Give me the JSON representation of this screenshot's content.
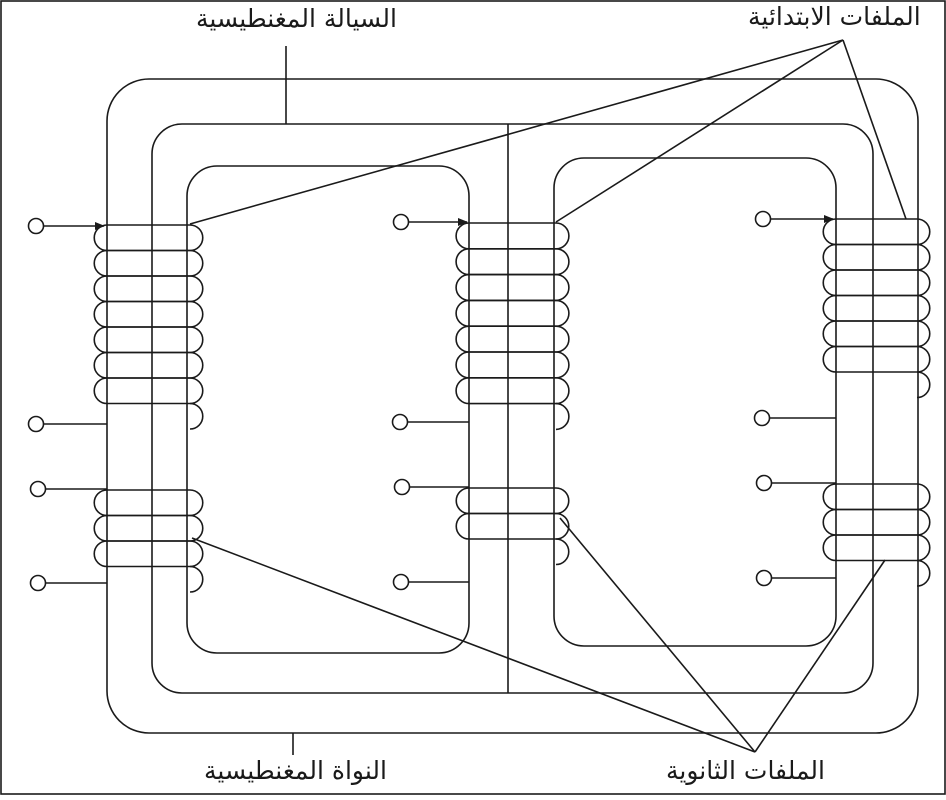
{
  "labels": {
    "magnetic_flux": "السيالة المغنطيسية",
    "primary_windings": "الملفات الابتدائية",
    "magnetic_core": "النواة المغنطيسية",
    "secondary_windings": "الملفات الثانوية"
  },
  "colors": {
    "stroke": "#1a1a1a",
    "background": "#ffffff"
  }
}
